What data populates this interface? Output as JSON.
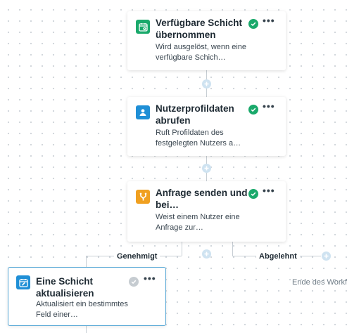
{
  "nodes": [
    {
      "title": "Verfügbare Schicht übernommen",
      "description": "Wird ausgelöst, wenn eine verfügbare Schich…",
      "icon": "calendar-clock-icon",
      "icon_color": "#1aa96b",
      "status": "complete"
    },
    {
      "title": "Nutzerprofildaten abrufen",
      "description": "Ruft Profildaten des festgelegten Nutzers a…",
      "icon": "user-icon",
      "icon_color": "#1f8fd6",
      "status": "complete"
    },
    {
      "title": "Anfrage senden und bei…",
      "description": "Weist einem Nutzer eine Anfrage zur…",
      "icon": "branch-icon",
      "icon_color": "#f0a020",
      "status": "complete"
    },
    {
      "title": "Eine Schicht aktualisieren",
      "description": "Aktualisiert ein bestimmtes Feld einer…",
      "icon": "calendar-edit-icon",
      "icon_color": "#1f8fd6",
      "status": "pending"
    }
  ],
  "branches": {
    "approved_label": "Genehmigt",
    "rejected_label": "Abgelehnt"
  },
  "end_label": "Ende des Workfl",
  "more_label": "•••",
  "colors": {
    "complete": "#1aa96b",
    "pending": "#c6ccd1",
    "connector": "#c7ced4",
    "add": "#cfe3f1",
    "selected_border": "#5aa9d6"
  }
}
